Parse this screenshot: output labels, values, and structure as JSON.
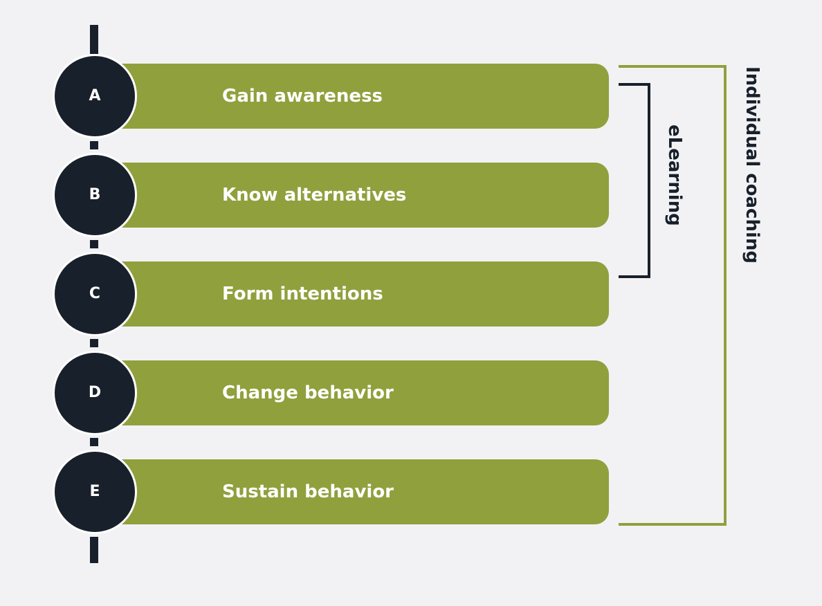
{
  "steps": [
    {
      "letter": "A",
      "label": "Gain awareness"
    },
    {
      "letter": "B",
      "label": "Know alternatives"
    },
    {
      "letter": "C",
      "label": "Form intentions"
    },
    {
      "letter": "D",
      "label": "Change behavior"
    },
    {
      "letter": "E",
      "label": "Sustain behavior"
    }
  ],
  "brackets": {
    "elearning": {
      "label": "eLearning",
      "color": "#18202b"
    },
    "coaching": {
      "label": "Individual coaching",
      "color": "#90a03d"
    }
  },
  "colors": {
    "bar": "#90a03d",
    "circle": "#18202b",
    "background": "#f2f2f4"
  }
}
